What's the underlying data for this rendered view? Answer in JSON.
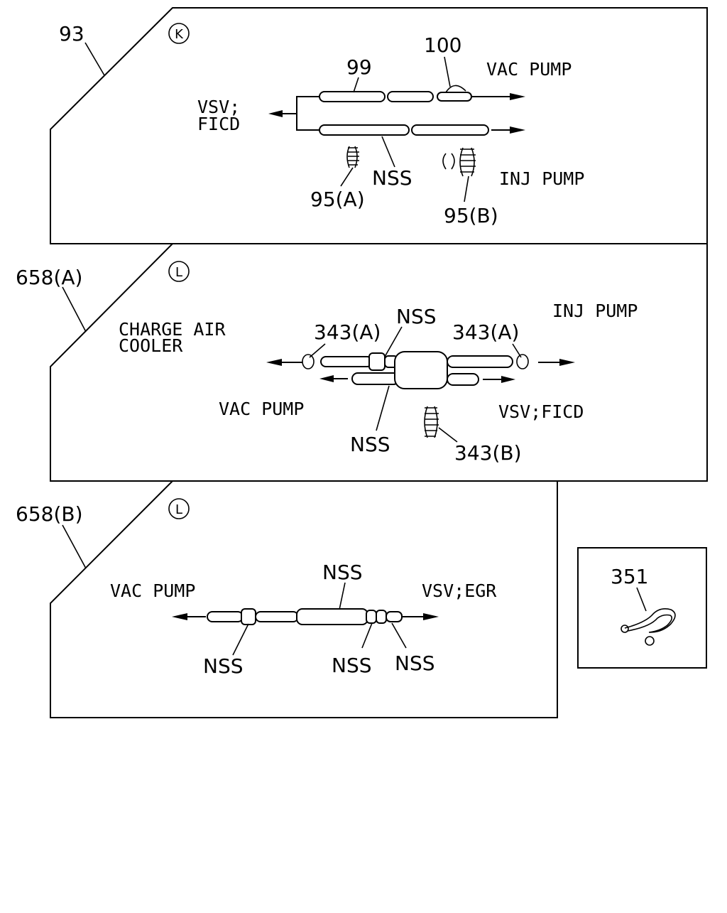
{
  "panels": {
    "k": {
      "callout": "93",
      "view_letter": "K",
      "labels": {
        "vsv_ficd_line1": "VSV;",
        "vsv_ficd_line2": "FICD",
        "vac_pump": "VAC PUMP",
        "inj_pump": "INJ PUMP",
        "nss": "NSS",
        "part_99": "99",
        "part_100": "100",
        "part_95a": "95(A)",
        "part_95b": "95(B)"
      }
    },
    "l1": {
      "callout": "658(A)",
      "view_letter": "L",
      "labels": {
        "charge_air_line1": "CHARGE AIR",
        "charge_air_line2": "COOLER",
        "inj_pump": "INJ PUMP",
        "vac_pump": "VAC PUMP",
        "vsv_ficd": "VSV;FICD",
        "part_343a_left": "343(A)",
        "part_343a_right": "343(A)",
        "part_343b": "343(B)",
        "nss_top": "NSS",
        "nss_bottom": "NSS"
      }
    },
    "l2": {
      "callout": "658(B)",
      "view_letter": "L",
      "labels": {
        "vac_pump": "VAC PUMP",
        "vsv_egr": "VSV;EGR",
        "nss_top": "NSS",
        "nss_left": "NSS",
        "nss_mid": "NSS",
        "nss_right": "NSS"
      }
    },
    "clip": {
      "part_351": "351"
    }
  }
}
